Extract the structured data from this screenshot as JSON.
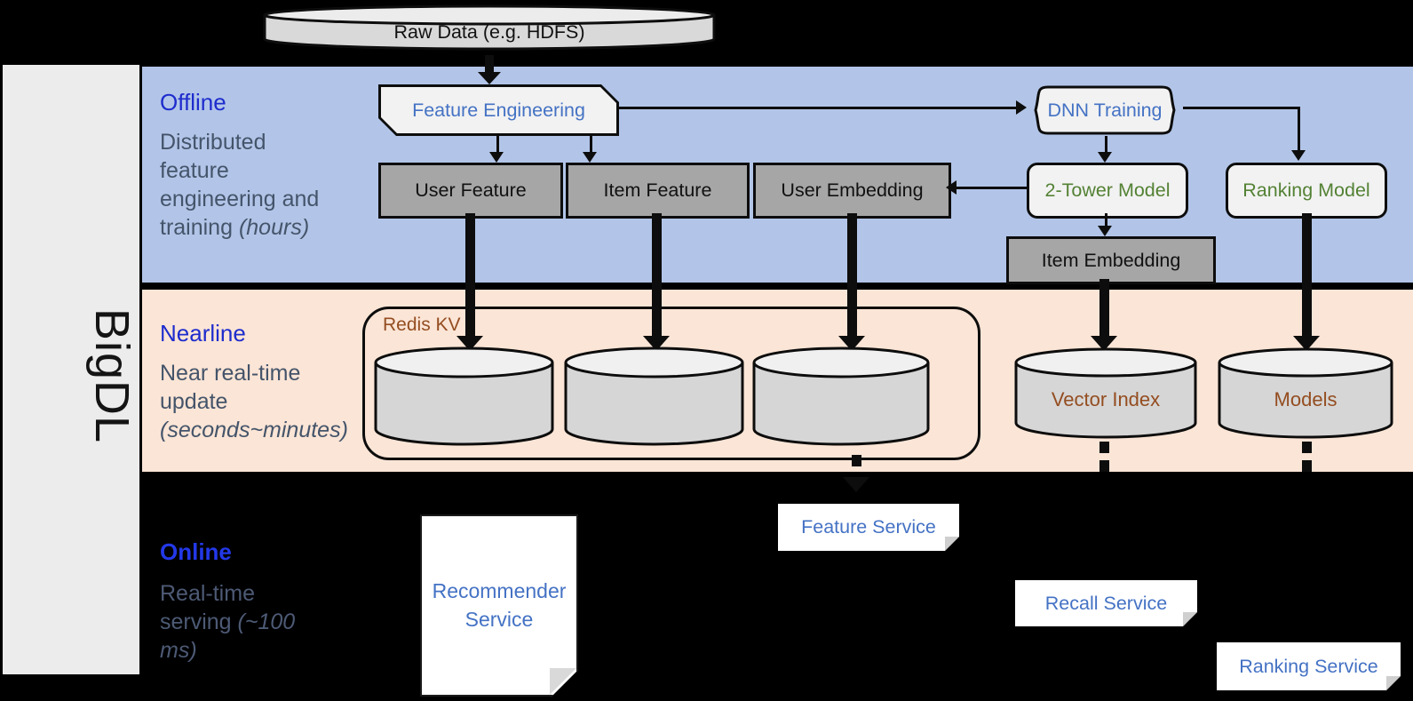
{
  "brand": {
    "label": "BigDL"
  },
  "pipeline": {
    "raw_data": "Raw Data (e.g. HDFS)"
  },
  "offline": {
    "title": "Offline",
    "subtitle": "Distributed feature engineering and training ",
    "subtitle_em": "(hours)",
    "feature_engineering": "Feature Engineering",
    "dnn_training": "DNN Training",
    "user_feature": "User Feature",
    "item_feature": "Item Feature",
    "user_embedding": "User Embedding",
    "two_tower_model": "2-Tower Model",
    "ranking_model": "Ranking Model",
    "item_embedding": "Item Embedding"
  },
  "nearline": {
    "title": "Nearline",
    "subtitle": "Near real-time update ",
    "subtitle_em": "(seconds~minutes)",
    "redis_kv": "Redis KV",
    "vector_index": "Vector Index",
    "models": "Models"
  },
  "online": {
    "title": "Online",
    "subtitle": "Real-time serving ",
    "subtitle_em": "(~100 ms)",
    "recommender_service": "Recommender Service",
    "feature_service": "Feature Service",
    "recall_service": "Recall Service",
    "ranking_service": "Ranking Service"
  },
  "colors": {
    "background": "#000000",
    "offline_band": "#b2c5e8",
    "nearline_band": "#fbe5d6",
    "heading_blue": "#1e2ccd",
    "subtitle_gray": "#44546a",
    "accent_blue_text": "#4472c4",
    "accent_green_text": "#548235",
    "accent_brown_text": "#944d20",
    "box_gray": "#a6a6a6",
    "box_light": "#f2f2f2"
  }
}
